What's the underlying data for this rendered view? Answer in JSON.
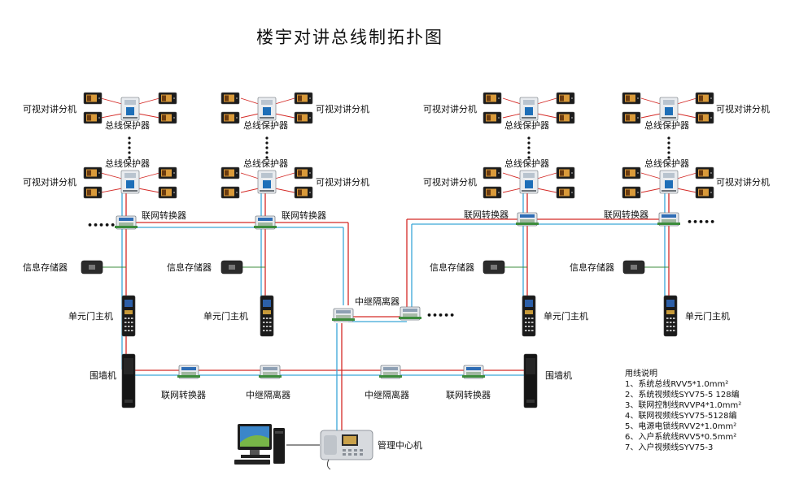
{
  "title": "楼宇对讲总线制拓扑图",
  "labels": {
    "monitor": "可视对讲分机",
    "bus_protector": "总线保护器",
    "network_converter": "联网转换器",
    "info_storage": "信息存储器",
    "unit_door_station": "单元门主机",
    "relay_isolator": "中继隔离器",
    "wall_station": "围墙机",
    "management_center": "管理中心机",
    "ellipsis": "•••••"
  },
  "legend": {
    "title": "用线说明",
    "items": [
      "1、系统总线RVV5*1.0mm²",
      "2、系统视频线SYV75-5 128编",
      "3、联网控制线RVVP4*1.0mm²",
      "4、联网视频线SYV75-5128编",
      "5、电源电锁线RVV2*1.0mm²",
      "6、入户系统线RVV5*0.5mm²",
      "7、入户视频线SYV75-3"
    ]
  },
  "colors": {
    "bus_line": "#d42a26",
    "video_line": "#3aa6d8"
  }
}
